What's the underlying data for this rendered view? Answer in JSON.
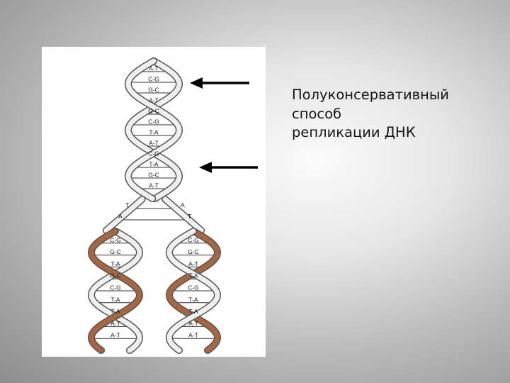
{
  "slide": {
    "title_lines": [
      "Полуконсервативный",
      "способ",
      "репликации ДНК"
    ]
  },
  "diagram": {
    "pairs_top": [
      "A-T",
      "C-G",
      "G-C",
      "A-T",
      "G-C",
      "C-G",
      "T-A",
      "A-T",
      "C-G",
      "T-A",
      "G-C",
      "A-T"
    ],
    "fork_letters_top": [
      "T",
      "A",
      "A",
      "T"
    ],
    "pairs_left": [
      "C-G",
      "G-C",
      "T-A",
      "G-C",
      "C-G",
      "T-A",
      "T-A",
      "A-T",
      "A-T"
    ],
    "pairs_right": [
      "C-G",
      "G-C",
      "A-T",
      "T-A",
      "C-G",
      "T-A",
      "T-A",
      "A-T",
      "A-T"
    ],
    "colors": {
      "parent_strand": "#efefef",
      "new_strand": "#a7663f",
      "outline": "#555555",
      "arrow": "#000000"
    }
  }
}
